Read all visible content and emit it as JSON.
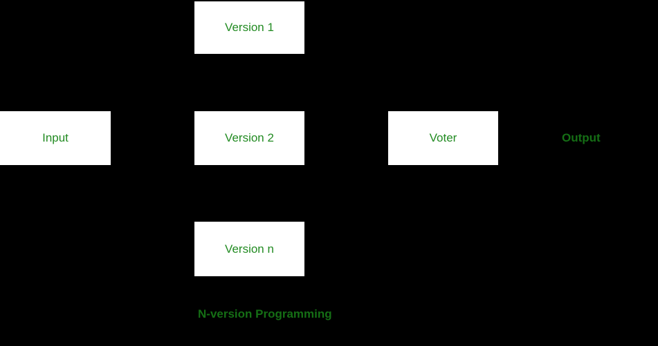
{
  "diagram": {
    "title": "N-version Programming",
    "colors": {
      "background": "#000000",
      "box_fill": "#ffffff",
      "box_label": "#228B22",
      "outside_label": "#156e15"
    },
    "boxes": [
      {
        "id": "version-1",
        "label": "Version 1"
      },
      {
        "id": "input",
        "label": "Input"
      },
      {
        "id": "version-2",
        "label": "Version 2"
      },
      {
        "id": "voter",
        "label": "Voter"
      },
      {
        "id": "version-n",
        "label": "Version n"
      }
    ],
    "labels": {
      "output": {
        "text": "Output"
      },
      "caption": {
        "text": "N-version Programming"
      }
    }
  }
}
